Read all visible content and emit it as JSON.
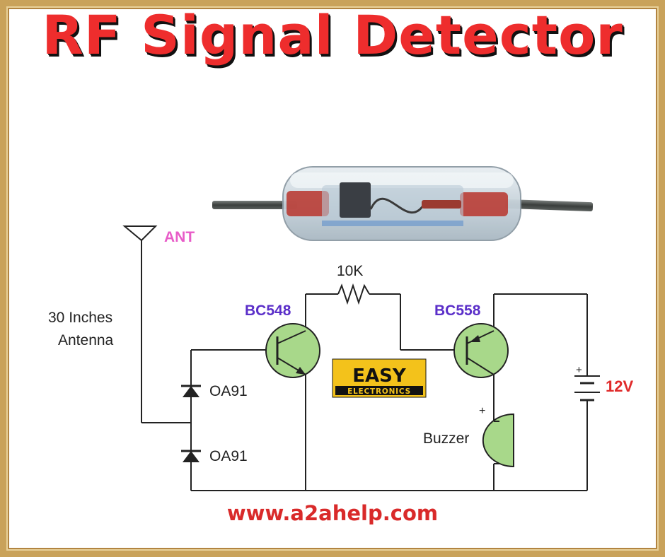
{
  "title": "RF Signal Detector",
  "labels": {
    "ant": "ANT",
    "antenna_line1": "30 Inches",
    "antenna_line2": "Antenna",
    "resistor": "10K",
    "q1": "BC548",
    "q2": "BC558",
    "diode1": "OA91",
    "diode2": "OA91",
    "buzzer": "Buzzer",
    "buzzer_plus": "+",
    "battery_plus": "+",
    "voltage": "12V"
  },
  "logo": {
    "line1": "EASY",
    "line2": "ELECTRONICS"
  },
  "website": "www.a2ahelp.com",
  "colors": {
    "title": "#ee2d2d",
    "part_labels": "#5b2fc9",
    "ant_label": "#e85cc8",
    "voltage_label": "#e02a2a",
    "component_fill": "#a8d88a",
    "logo_bg": "#f3c21b",
    "frame": "#c9a25a"
  }
}
